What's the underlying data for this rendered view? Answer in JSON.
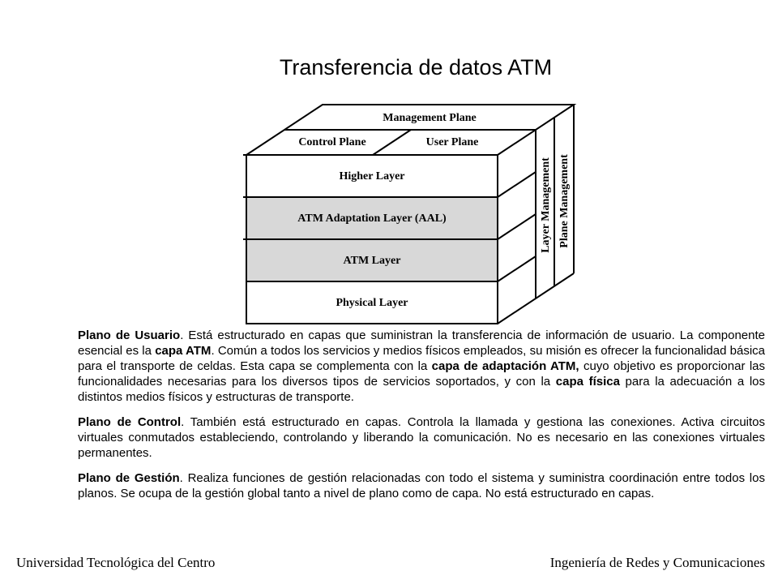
{
  "title": "Transferencia de datos ATM",
  "diagram": {
    "management_plane": "Management Plane",
    "control_plane": "Control Plane",
    "user_plane": "User Plane",
    "layers": [
      "Higher Layer",
      "ATM Adaptation Layer (AAL)",
      "ATM Layer",
      "Physical Layer"
    ],
    "layer_management": "Layer Management",
    "plane_management": "Plane Management",
    "shaded_fill": "#d8d8d8"
  },
  "paragraphs": {
    "p1": {
      "b1": "Plano de Usuario",
      "t1": ". Está estructurado en capas que suministran la transferencia de información de usuario. La componente esencial es la ",
      "b2": "capa ATM",
      "t2": ". Común a todos los servicios y medios físicos empleados, su misión es ofrecer la funcionalidad básica para el transporte de celdas. Esta capa se complementa con la ",
      "b3": "capa de adaptación ATM,",
      "t3": " cuyo objetivo es proporcionar las funcionalidades necesarias para los diversos tipos de servicios soportados, y con la ",
      "b4": "capa física",
      "t4": " para la adecuación a los distintos medios físicos y estructuras de transporte."
    },
    "p2": {
      "b1": "Plano de Control",
      "t1": ". También está estructurado en capas. Controla la llamada y gestiona las conexiones. Activa circuitos virtuales conmutados estableciendo, controlando y liberando la comunicación. No es necesario en las conexiones virtuales permanentes."
    },
    "p3": {
      "b1": "Plano de Gestión",
      "t1": ". Realiza funciones de gestión relacionadas con todo el sistema y suministra coordinación entre todos los planos.  Se ocupa de la gestión global tanto a nivel de plano como de capa. No está estructurado en capas."
    }
  },
  "footer": {
    "left": "Universidad Tecnológica del Centro",
    "right": "Ingeniería de Redes y Comunicaciones"
  }
}
